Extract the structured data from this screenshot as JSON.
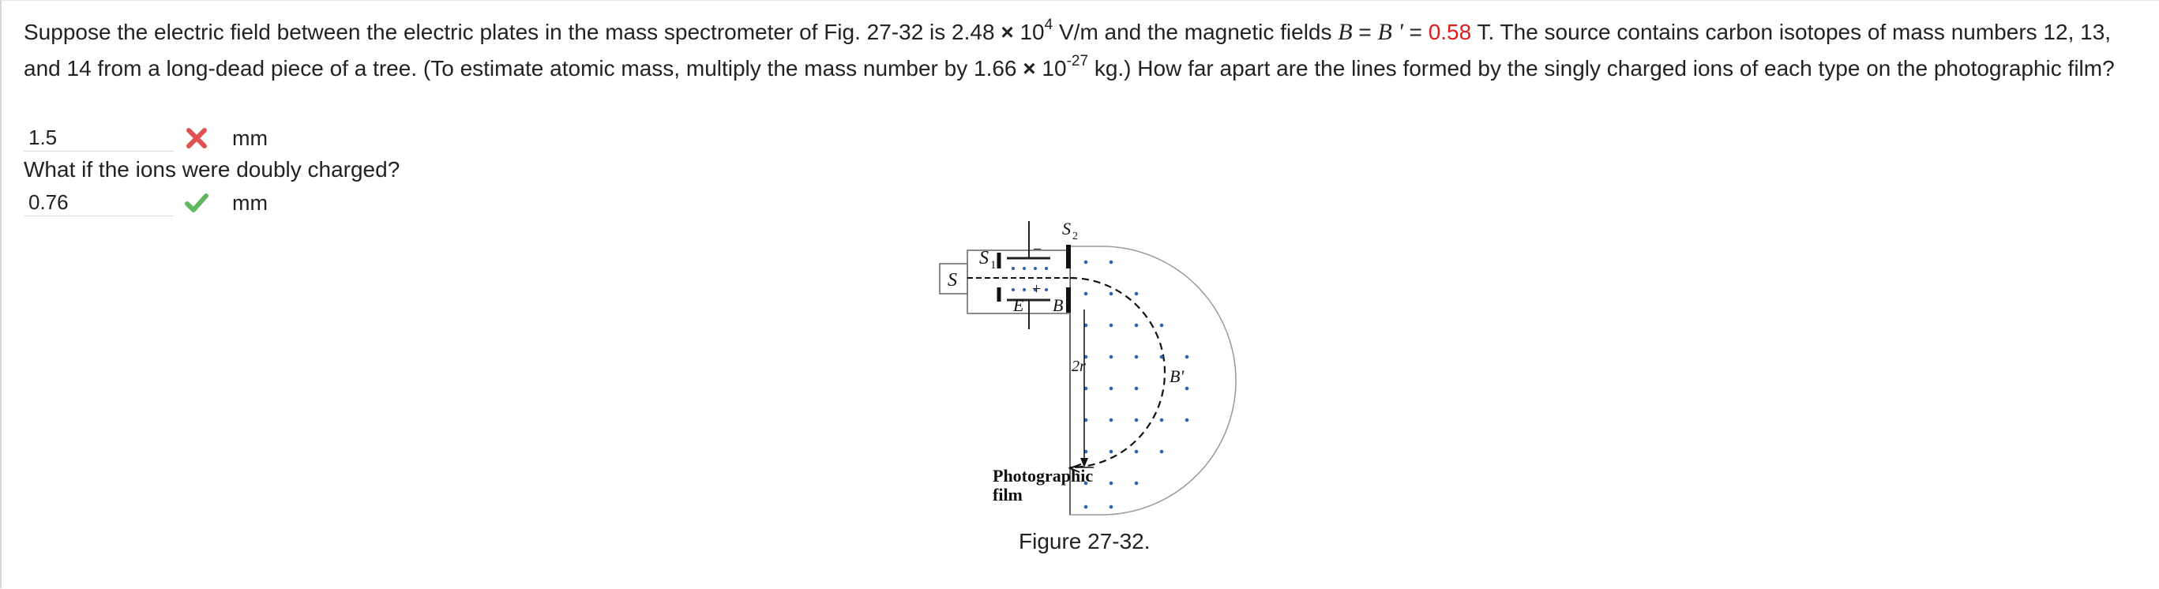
{
  "question": {
    "part1": "Suppose the electric field between the electric plates in the mass spectrometer of Fig. 27-32 is 2.48 ",
    "times1": "×",
    "ten1": " 10",
    "exp1": "4",
    "part2": " V/m and the magnetic fields ",
    "var_b": "B",
    "eq1": " = ",
    "var_bprime": "B '",
    "eq2": " = ",
    "b_value": "0.58",
    "part3": " T. The source contains carbon isotopes of mass numbers 12, 13, and 14 from a long-dead piece of a tree. (To estimate atomic mass, multiply the mass number by 1.66 ",
    "times2": "×",
    "ten2": " 10",
    "exp2": "-27",
    "part4": " kg.) How far apart are the lines formed by the singly charged ions of each type on the photographic film?"
  },
  "answers": [
    {
      "value": "1.5",
      "status": "incorrect",
      "unit": "mm"
    },
    {
      "value": "0.76",
      "status": "correct",
      "unit": "mm"
    }
  ],
  "sub_question": "What if the ions were doubly charged?",
  "figure": {
    "caption": "Figure 27-32.",
    "labels": {
      "source": "S",
      "slit1": "S",
      "slit1_sub": "1",
      "slit2": "S",
      "slit2_sub": "2",
      "minus": "−",
      "plus": "+",
      "e_field": "E",
      "b_field": "B",
      "b_prime": "B′",
      "radius": "2r",
      "film_line1": "Photographic",
      "film_line2": "film"
    }
  },
  "colors": {
    "incorrect": "#e05252",
    "correct": "#5fb85f",
    "highlight": "#e01b1b",
    "dots": "#2c62b0"
  }
}
